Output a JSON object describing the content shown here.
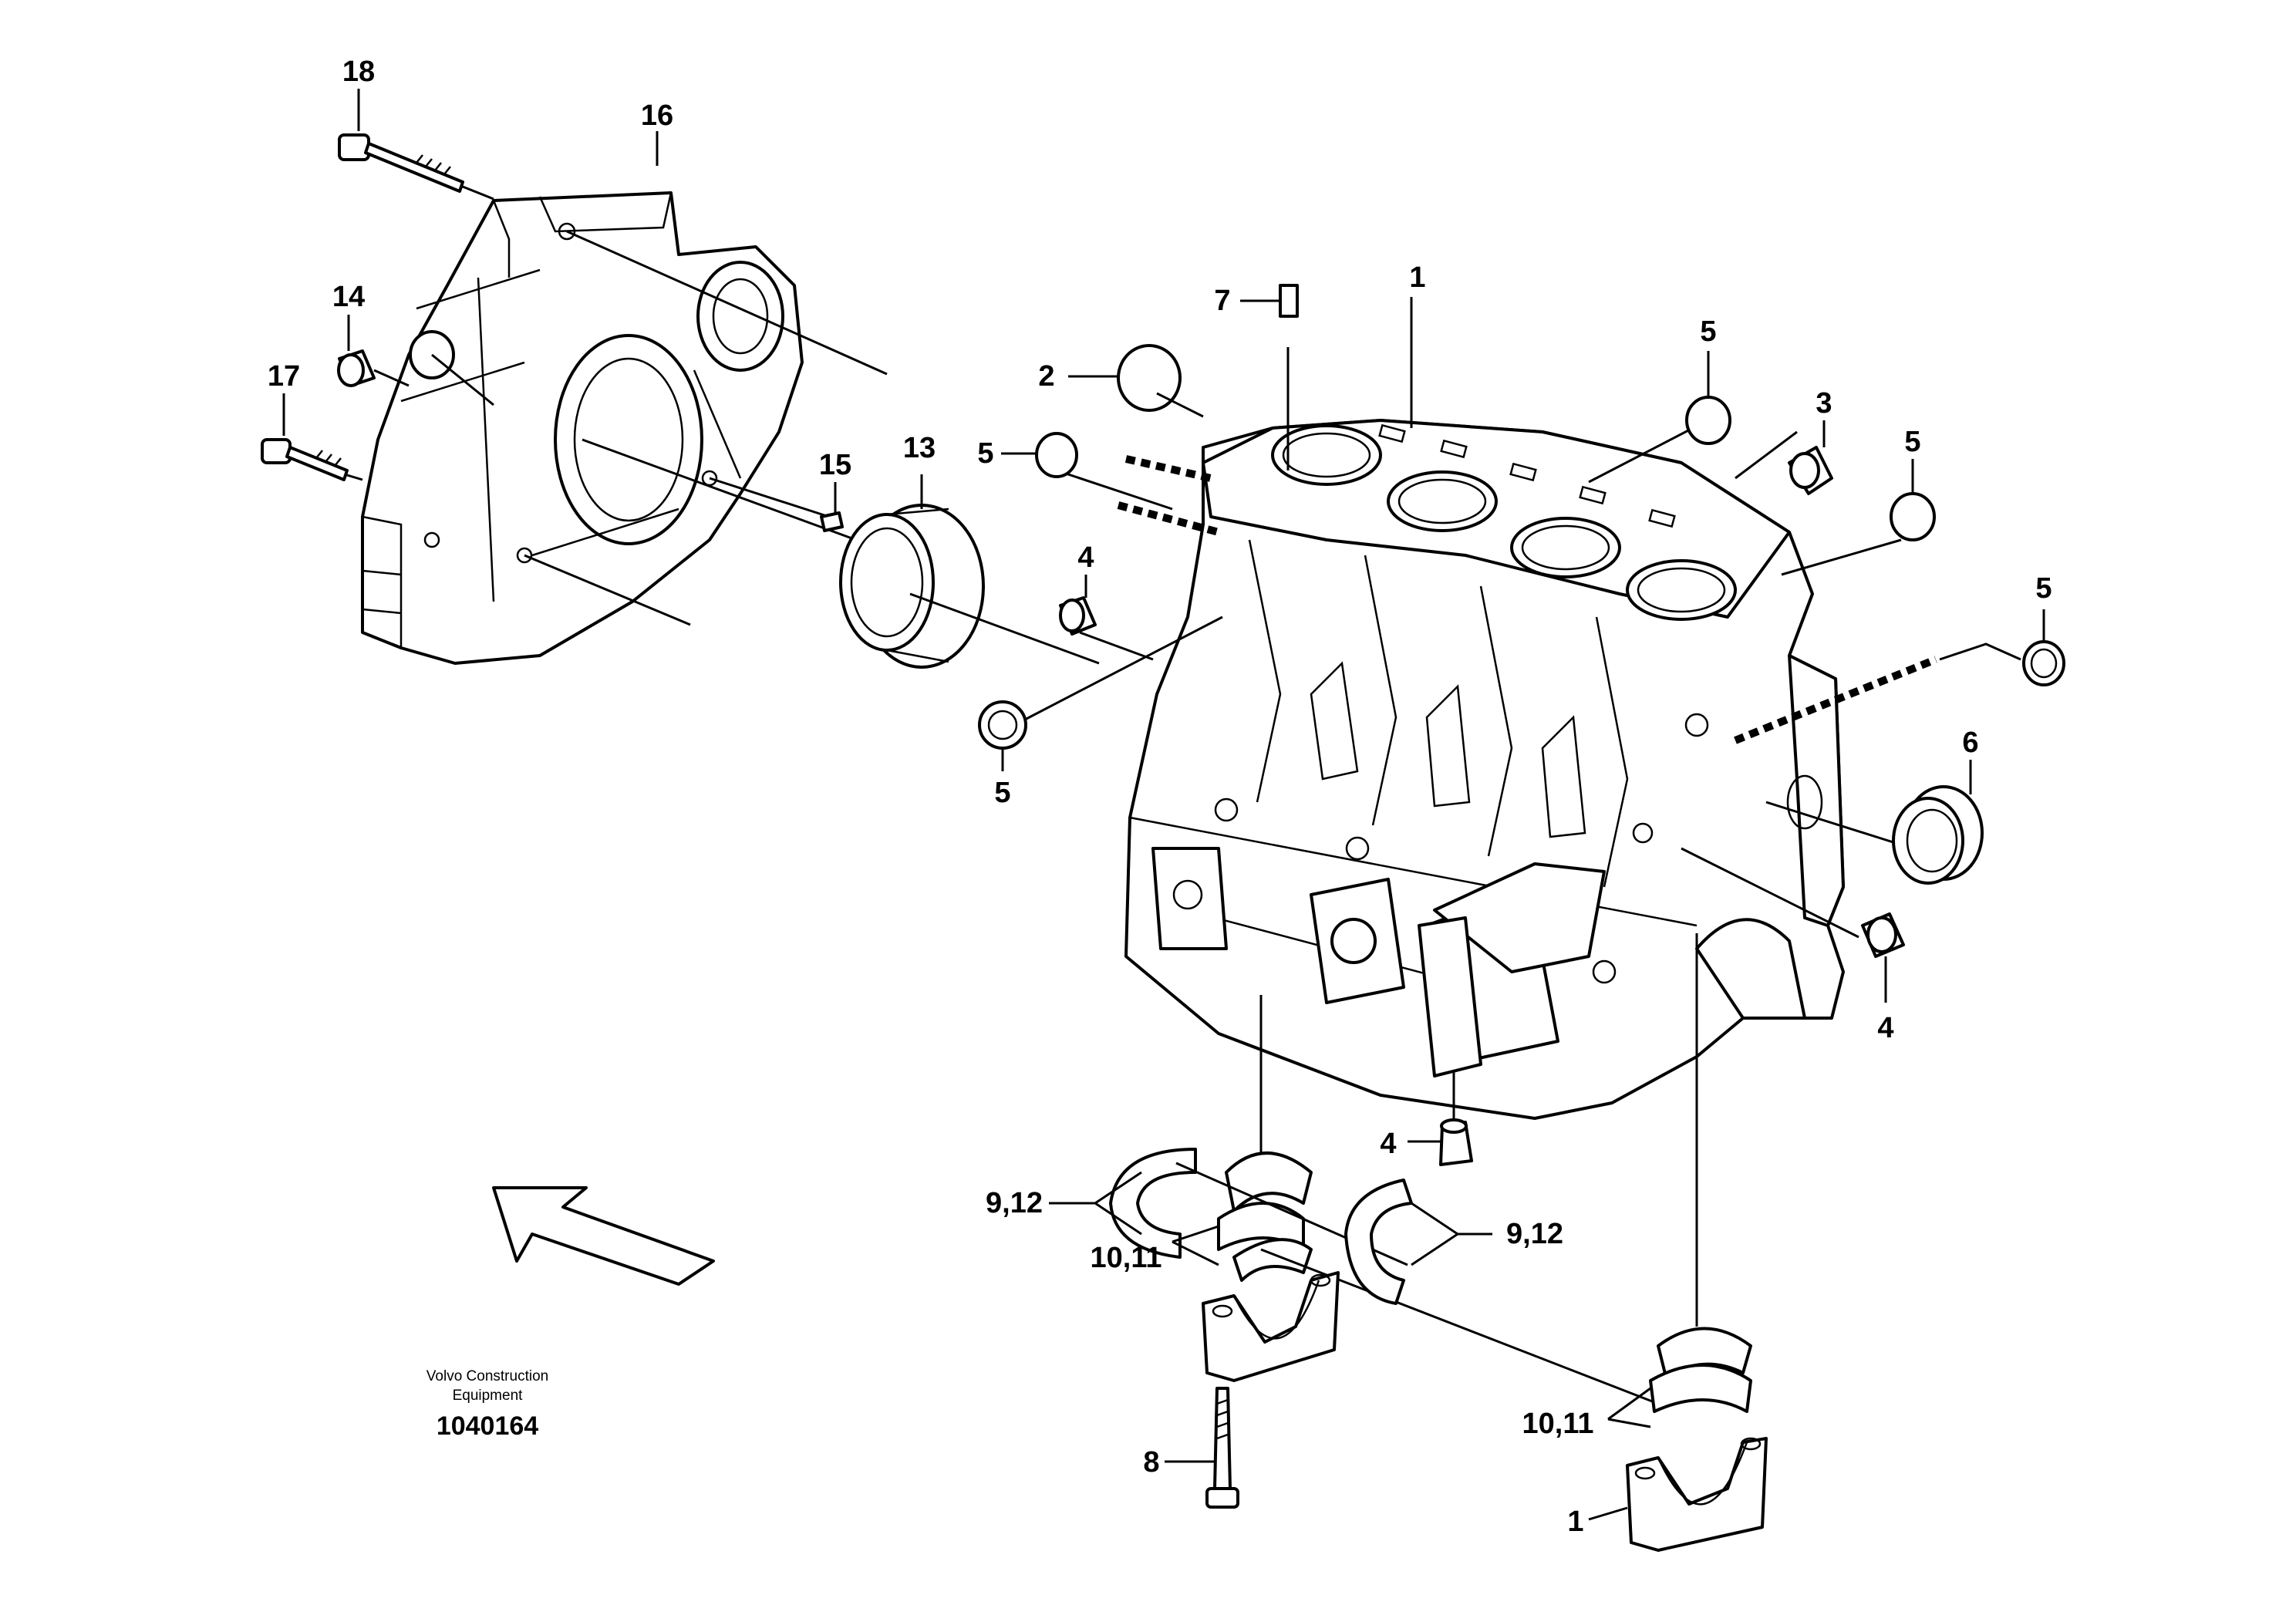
{
  "callouts": {
    "c18": "18",
    "c16": "16",
    "c14": "14",
    "c17": "17",
    "c15": "15",
    "c13": "13",
    "c7": "7",
    "c2": "2",
    "c1_top": "1",
    "c5_a": "5",
    "c3": "3",
    "c5_b": "5",
    "c5_c": "5",
    "c5_d": "5",
    "c4_a": "4",
    "c5_e": "5",
    "c6": "6",
    "c4_b": "4",
    "c4_c": "4",
    "c9_12_a": "9,12",
    "c9_12_b": "9,12",
    "c10_11_a": "10,11",
    "c10_11_b": "10,11",
    "c8": "8",
    "c1_bottom": "1"
  },
  "caption": {
    "line1": "Volvo Construction",
    "line2": "Equipment",
    "number": "1040164"
  },
  "icons": {
    "direction": "direction-arrow-icon"
  }
}
